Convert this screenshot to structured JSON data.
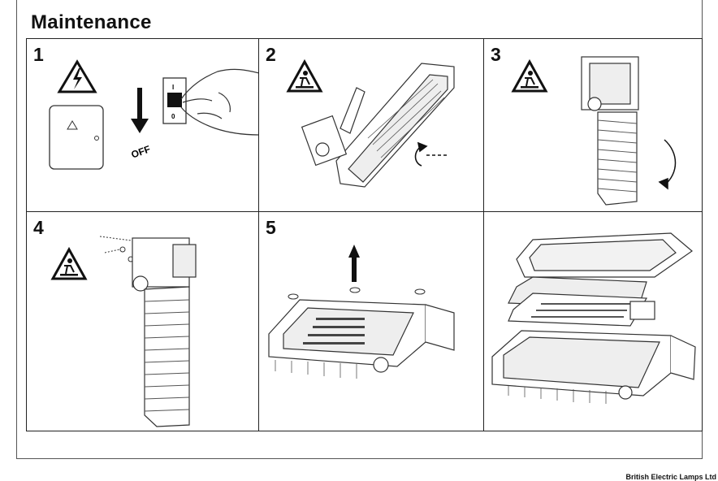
{
  "title": "Maintenance",
  "steps": [
    {
      "number": "1",
      "off_label": "OFF",
      "switch_on": "I",
      "switch_off": "0"
    },
    {
      "number": "2"
    },
    {
      "number": "3"
    },
    {
      "number": "4"
    },
    {
      "number": "5"
    },
    {
      "number": ""
    }
  ],
  "footer": "British Electric Lamps Ltd",
  "icons": [
    "electrical-hazard-icon",
    "caution-icon",
    "rotation-arrow-icon",
    "up-arrow-icon",
    "down-arrow-icon"
  ]
}
